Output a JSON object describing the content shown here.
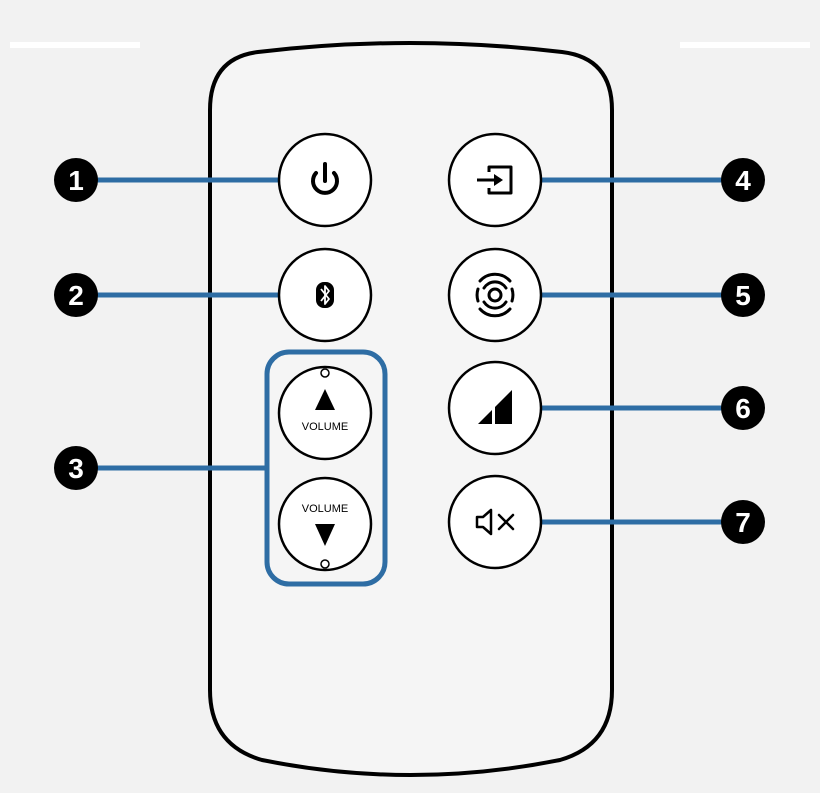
{
  "colors": {
    "background": "#f2f2f2",
    "remote_body": "#f5f5f5",
    "outline": "#000000",
    "callout_line": "#2e6da4",
    "callout_badge": "#000000",
    "volume_group_border": "#2e6da4"
  },
  "callouts": [
    "1",
    "2",
    "3",
    "4",
    "5",
    "6",
    "7"
  ],
  "buttons": {
    "power": {
      "icon": "power-icon"
    },
    "input": {
      "icon": "input-icon"
    },
    "bluetooth": {
      "icon": "bluetooth-icon"
    },
    "surround": {
      "icon": "surround-sound-icon"
    },
    "volume_up": {
      "icon": "triangle-up-icon",
      "label": "VOLUME"
    },
    "volume_down": {
      "icon": "triangle-down-icon",
      "label": "VOLUME"
    },
    "level": {
      "icon": "signal-level-icon"
    },
    "mute": {
      "icon": "mute-icon"
    }
  }
}
